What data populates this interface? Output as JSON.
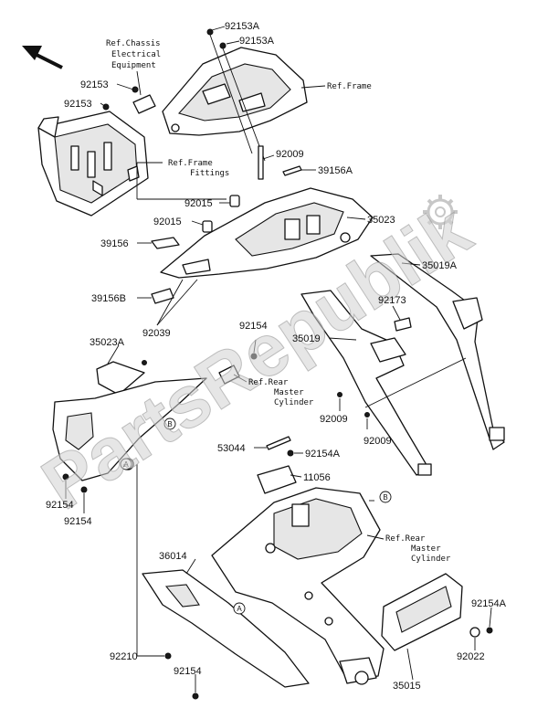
{
  "part_numbers": {
    "p92153A_a": "92153A",
    "p92153A_b": "92153A",
    "p92153_a": "92153",
    "p92153_b": "92153",
    "p92009_a": "92009",
    "p39156A": "39156A",
    "p92015_a": "92015",
    "p92015_b": "92015",
    "p35023": "35023",
    "p39156": "39156",
    "p35019A": "35019A",
    "p39156B": "39156B",
    "p92173": "92173",
    "p92039": "92039",
    "p92154_a": "92154",
    "p35019": "35019",
    "p35023A": "35023A",
    "p92009_b": "92009",
    "p92009_c": "92009",
    "p53044": "53044",
    "p92154A_a": "92154A",
    "p11056": "11056",
    "p92154_b": "92154",
    "p92154_c": "92154",
    "p36014": "36014",
    "p92154A_b": "92154A",
    "p92210": "92210",
    "p92022": "92022",
    "p92154_d": "92154",
    "p35015": "35015"
  },
  "references": {
    "chassis": [
      "Ref.Chassis",
      "Electrical",
      "Equipment"
    ],
    "frame": "Ref.Frame",
    "frame_fittings": [
      "Ref.Frame",
      "Fittings"
    ],
    "rear_master_1": [
      "Ref.Rear",
      "Master",
      "Cylinder"
    ],
    "rear_master_2": [
      "Ref.Rear",
      "Master",
      "Cylinder"
    ]
  },
  "markers": {
    "a1": "A",
    "a2": "A",
    "b1": "B",
    "b2": "B"
  },
  "watermark": "PartsRepublik",
  "icons": {
    "direction": "front-direction-arrow-icon",
    "gear": "gear-icon"
  }
}
